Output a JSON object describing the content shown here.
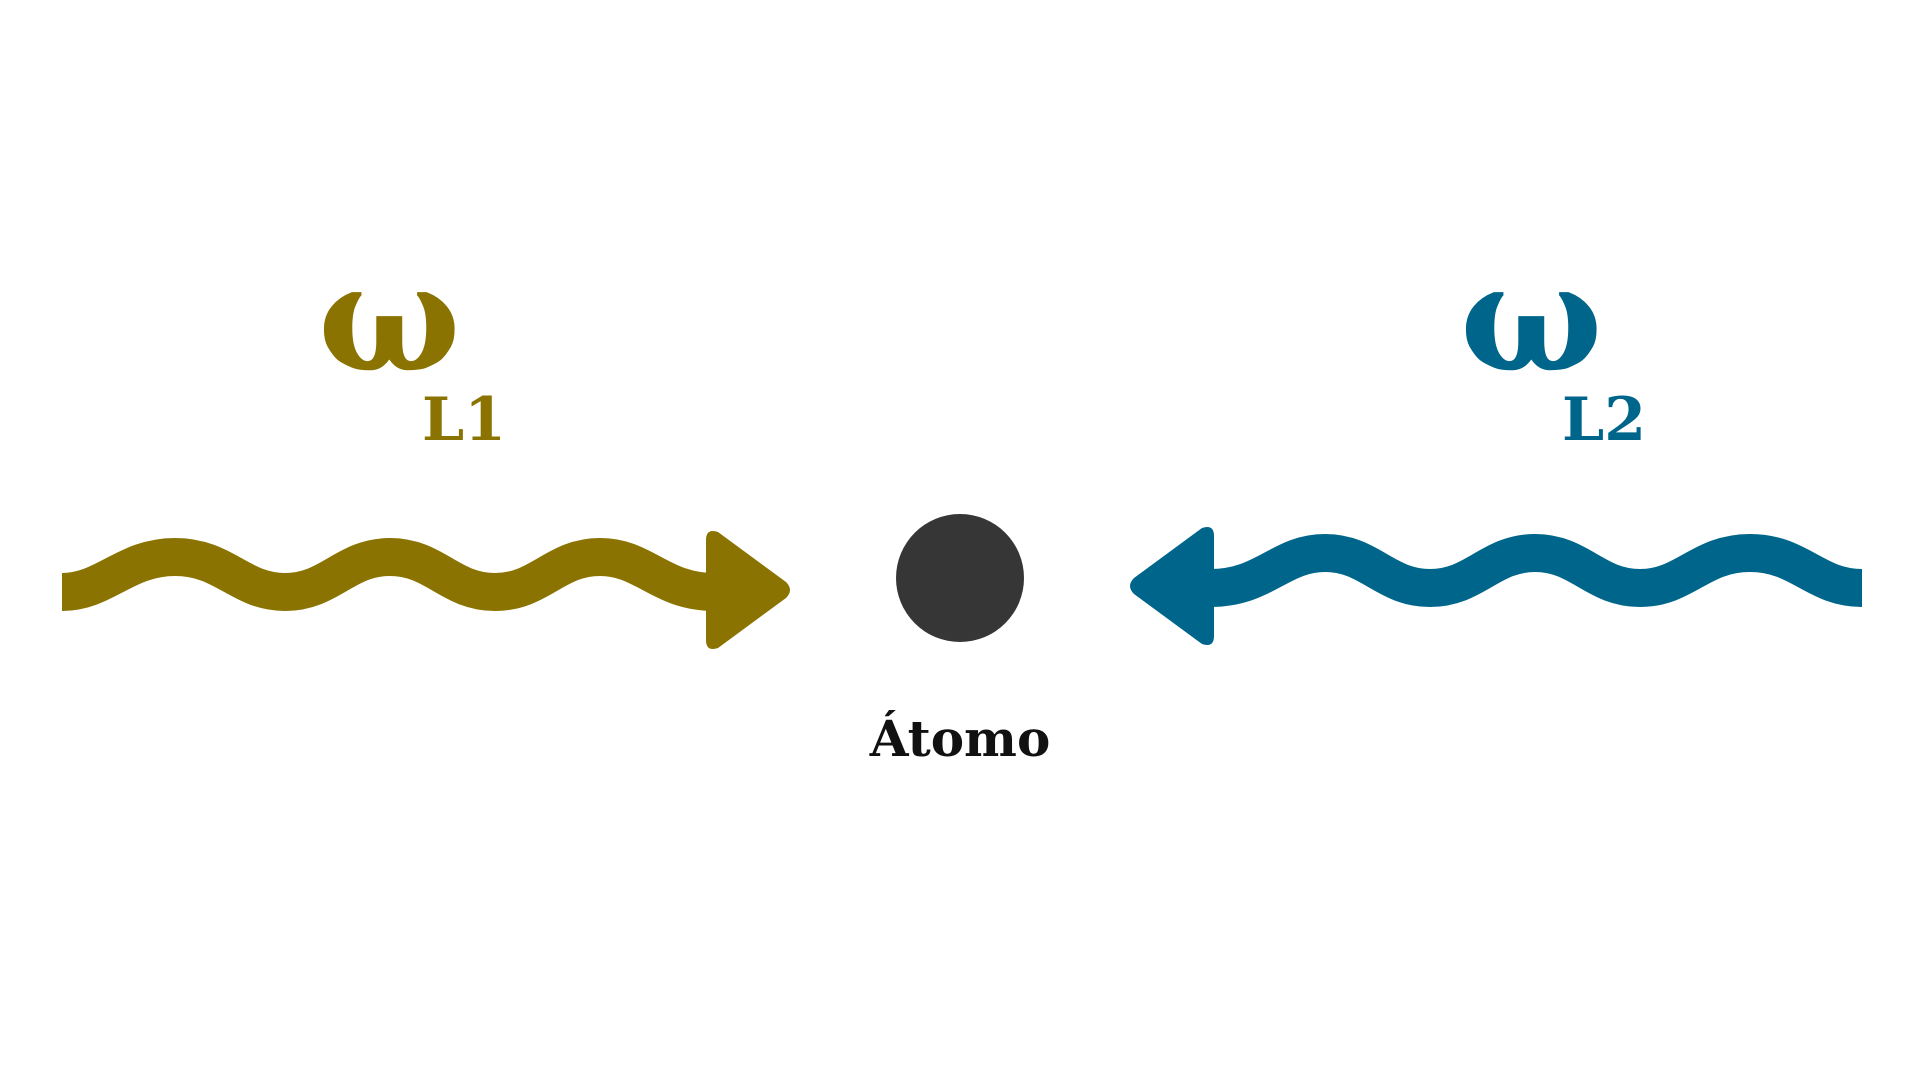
{
  "colors": {
    "laser1": "#8a7300",
    "laser2": "#00658a",
    "atom": "#363636",
    "label": "#111111"
  },
  "laser1": {
    "symbol": "ω",
    "subscript": "L1",
    "direction": "right"
  },
  "laser2": {
    "symbol": "ω",
    "subscript": "L2",
    "direction": "left"
  },
  "atom": {
    "label": "Átomo"
  }
}
